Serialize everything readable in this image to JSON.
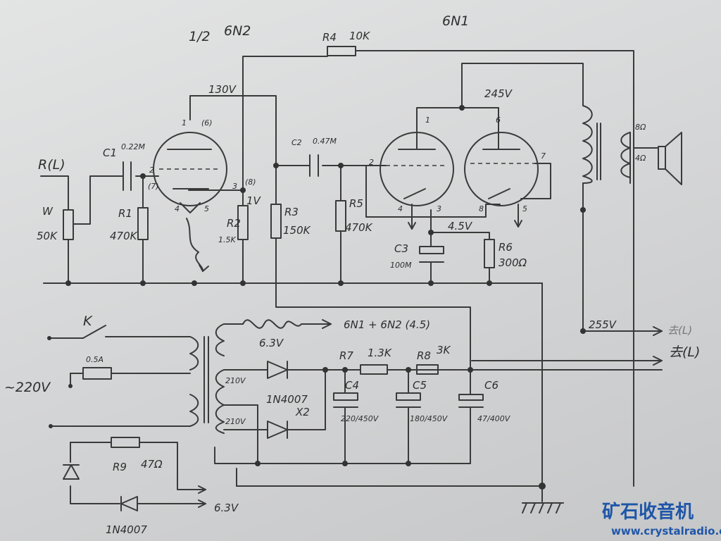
{
  "tubes": {
    "t1_title_frac": "1/2",
    "t1_title": "6N2",
    "t2_title": "6N1",
    "pin_1": "1",
    "pin_6": "(6)",
    "pin_2": "2",
    "pin_7": "(7)",
    "pin_3": "3",
    "pin_8": "(8)",
    "pin_4": "4",
    "pin_5": "5",
    "t2_pin_1": "1",
    "t2_pin_6": "6",
    "t2_pin_2": "2",
    "t2_pin_7": "7",
    "t2_pin_4": "4",
    "t2_pin_3": "3",
    "t2_pin_8": "8",
    "t2_pin_5": "5"
  },
  "components": {
    "input": "R(L)",
    "w": "W",
    "w_val": "50K",
    "c1": "C1",
    "c1_val": "0.22M",
    "r1": "R1",
    "r1_val": "470K",
    "r2": "R2",
    "r2_val": "1.5K",
    "r3": "R3",
    "r3_val": "150K",
    "r4": "R4",
    "r4_val": "10K",
    "c2": "C2",
    "c2_val": "0.47M",
    "r5": "R5",
    "r5_val": "470K",
    "c3": "C3",
    "c3_val": "100M",
    "r6": "R6",
    "r6_val": "300Ω",
    "speaker_8": "8Ω",
    "speaker_4": "4Ω",
    "k": "K",
    "fuse": "0.5A",
    "mains": "~220V",
    "heater": "6.3V",
    "heater_to": "6N1 + 6N2 (4.5)",
    "hv1": "210V",
    "hv2": "210V",
    "diode": "1N4007",
    "diode_x": "X2",
    "r7": "R7",
    "r7_val": "1.3K",
    "r8": "R8",
    "r8_val": "3K",
    "c4": "C4",
    "c4_val": "220/450V",
    "c5": "C5",
    "c5_val": "180/450V",
    "c6": "C6",
    "c6_val": "47/400V",
    "r9": "R9",
    "r9_val": "47Ω",
    "d2": "1N4007",
    "v63": "6.3V"
  },
  "voltages": {
    "v130": "130V",
    "v1": "1V",
    "v245": "245V",
    "v45": "4.5V",
    "v255": "255V"
  },
  "outputs": {
    "out1": "去(L)",
    "out2": "去(L)"
  },
  "watermark": {
    "brand": "矿石收音机",
    "url": "www.crystalradio.cn"
  }
}
